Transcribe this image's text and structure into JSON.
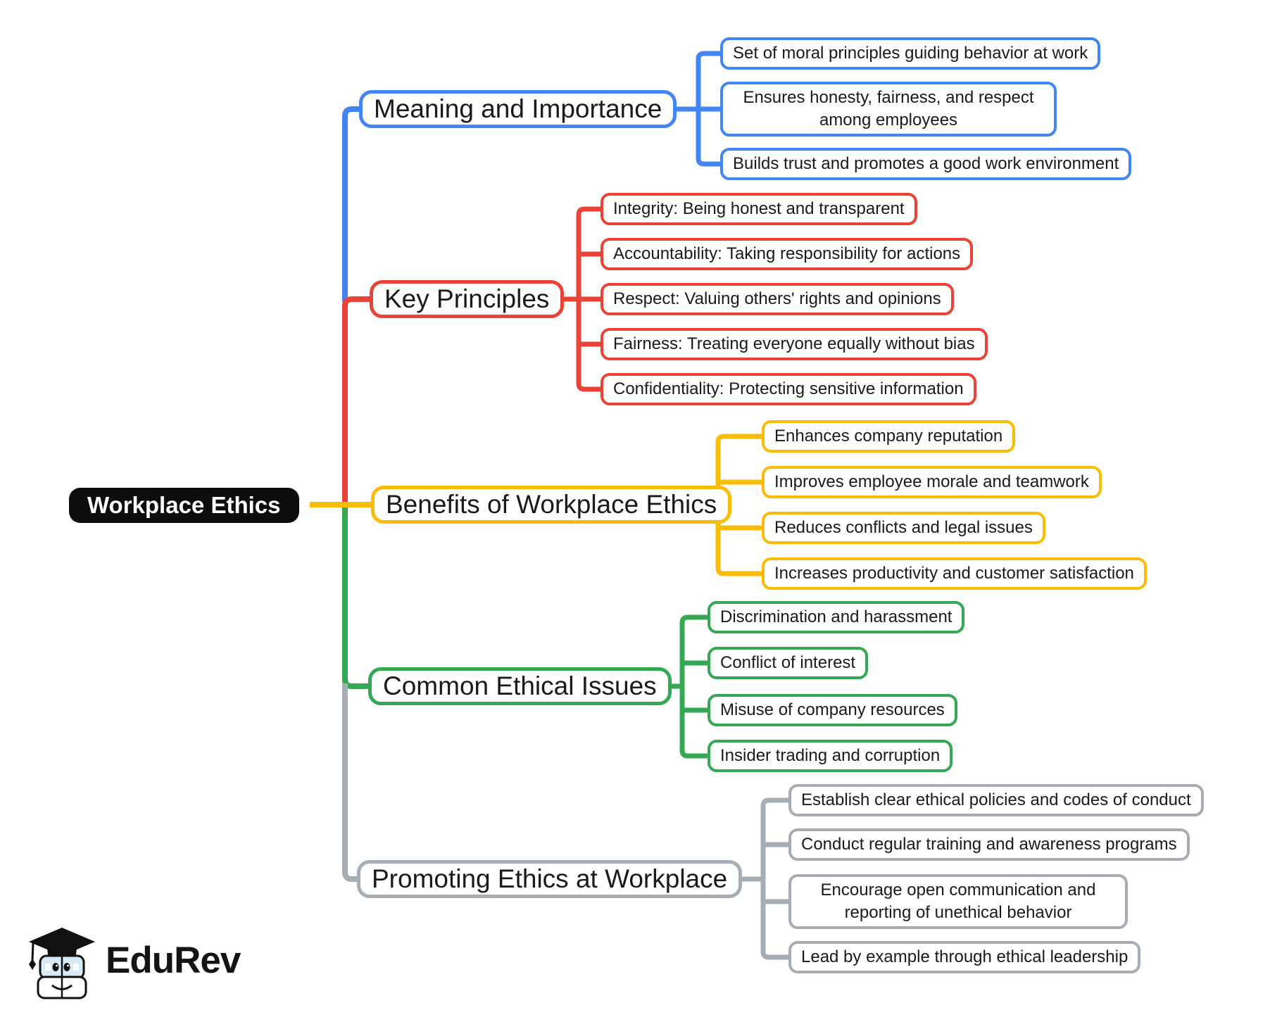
{
  "palette": {
    "blue": "#4285F4",
    "red": "#EA4335",
    "yellow": "#FBBC05",
    "green": "#34A853",
    "gray": "#A6ADB4",
    "root_bg": "#0d0d0d",
    "root_text": "#ffffff",
    "node_text": "#1a1a1a"
  },
  "root": {
    "label": "Workplace Ethics"
  },
  "branches": [
    {
      "label": "Meaning and Importance",
      "color": "#4285F4",
      "children": [
        "Set of moral principles guiding behavior at work",
        "Ensures honesty, fairness, and respect among employees",
        "Builds trust and promotes a good work environment"
      ]
    },
    {
      "label": "Key Principles",
      "color": "#EA4335",
      "children": [
        "Integrity: Being honest and transparent",
        "Accountability: Taking responsibility for actions",
        "Respect: Valuing others' rights and opinions",
        "Fairness: Treating everyone equally without bias",
        "Confidentiality: Protecting sensitive information"
      ]
    },
    {
      "label": "Benefits of Workplace Ethics",
      "color": "#FBBC05",
      "children": [
        "Enhances company reputation",
        "Improves employee morale and teamwork",
        "Reduces conflicts and legal issues",
        "Increases productivity and customer satisfaction"
      ]
    },
    {
      "label": "Common Ethical Issues",
      "color": "#34A853",
      "children": [
        "Discrimination and harassment",
        "Conflict of interest",
        "Misuse of company resources",
        "Insider trading and corruption"
      ]
    },
    {
      "label": "Promoting Ethics at Workplace",
      "color": "#A6ADB4",
      "children": [
        "Establish clear ethical policies and codes of conduct",
        "Conduct regular training and awareness programs",
        "Encourage open communication and reporting of unethical behavior",
        "Lead by example through ethical leadership"
      ]
    }
  ],
  "logo": {
    "text": "EduRev"
  }
}
